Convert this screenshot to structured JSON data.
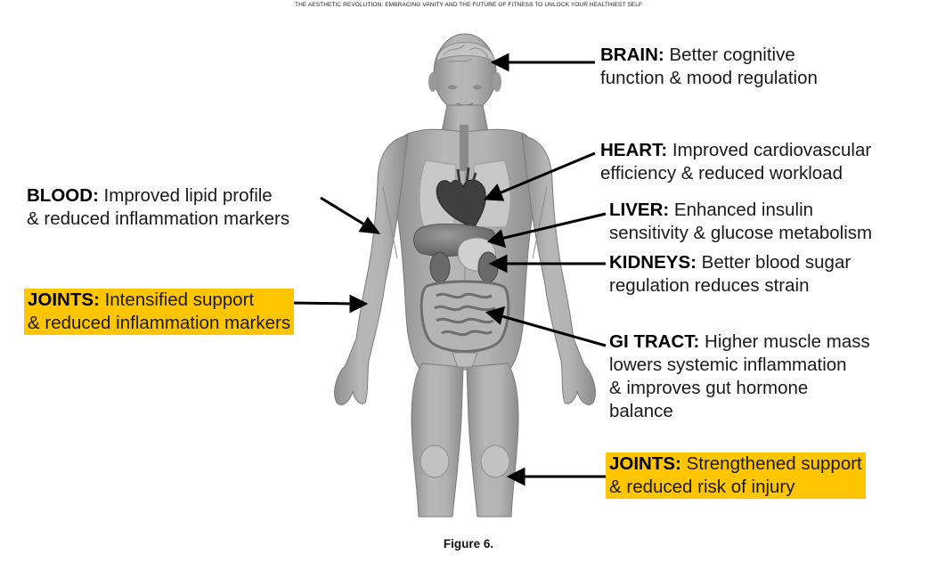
{
  "header": {
    "running_title": "THE AESTHETIC REVOLUTION: EMBRACING VANITY AND THE FUTURE OF FITNESS TO UNLOCK YOUR HEALTHIEST SELF"
  },
  "figure": {
    "caption": "Figure 6.",
    "highlight_color": "#ffc600",
    "arrow_color": "#000000",
    "body_color": "#a6a6a6",
    "labels": {
      "brain": {
        "head": "BRAIN:",
        "line1_rest": " Better cognitive",
        "line2": "function & mood regulation"
      },
      "heart": {
        "head": "HEART:",
        "line1_rest": " Improved cardiovascular",
        "line2": "efficiency & reduced workload"
      },
      "blood": {
        "head": "BLOOD:",
        "line1_rest": " Improved lipid profile",
        "line2": "& reduced inflammation markers"
      },
      "liver": {
        "head": "LIVER:",
        "line1_rest": " Enhanced insulin",
        "line2": "sensitivity & glucose metabolism"
      },
      "kidneys": {
        "head": "KIDNEYS:",
        "line1_rest": " Better blood sugar",
        "line2": "regulation reduces strain"
      },
      "joints_left": {
        "head": "JOINTS:",
        "line1_rest": " Intensified support",
        "line2": "& reduced inflammation markers"
      },
      "gi_tract": {
        "head": "GI TRACT:",
        "line1_rest": " Higher muscle mass",
        "line2": "lowers systemic inflammation",
        "line3": "& improves gut hormone",
        "line4": "balance"
      },
      "joints_right": {
        "head": "JOINTS:",
        "line1_rest": " Strengthened support",
        "line2": "& reduced risk of injury"
      }
    }
  }
}
